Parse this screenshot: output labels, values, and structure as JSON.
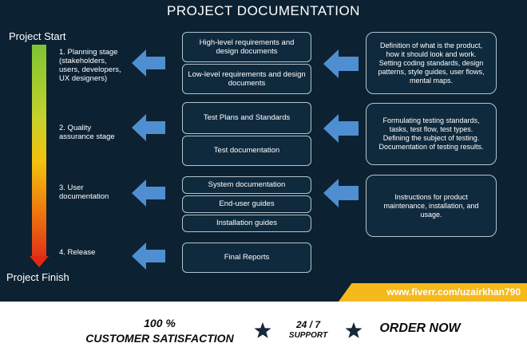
{
  "title": "PROJECT DOCUMENTATION",
  "timeline": {
    "start": "Project Start",
    "finish": "Project Finish"
  },
  "stages": [
    {
      "label": "1. Planning stage\n(stakeholders,\nusers, developers,\nUX designers)"
    },
    {
      "label": "2. Quality\nassurance stage"
    },
    {
      "label": "3. User\ndocumentation"
    },
    {
      "label": "4. Release"
    }
  ],
  "documents": [
    "High-level requirements and design documents",
    "Low-level requirements and design documents",
    "Test Plans and Standards",
    "Test documentation",
    "System documentation",
    "End-user guides",
    "Installation guides",
    "Final Reports"
  ],
  "descriptions": [
    "Definition of what is the product,\nhow it should look and work.\nSetting coding standards, design\npatterns, style guides, user flows,\nmental maps.",
    "Formulating testing standards,\ntasks, test flow, test types.\nDefining the subject of testing.\nDocumentation of testing results.",
    "Instructions for product\nmaintenance, installation, and\nusage."
  ],
  "banner": {
    "url": "www.fiverr.com/uzairkhan790"
  },
  "footer": {
    "satisfaction_pct": "100 %",
    "satisfaction_label": "CUSTOMER SATISFACTION",
    "support_hours": "24 / 7",
    "support_label": "SUPPORT",
    "order": "ORDER NOW"
  },
  "colors": {
    "panel": "#0c2233",
    "arrow": "#4f8fd1",
    "banner": "#f6b91c",
    "gradient_top": "#7ec434",
    "gradient_bottom": "#e23216",
    "star": "#17283a"
  },
  "icons": {
    "arrows": "left-arrow-icon",
    "stars": "star-icon"
  }
}
